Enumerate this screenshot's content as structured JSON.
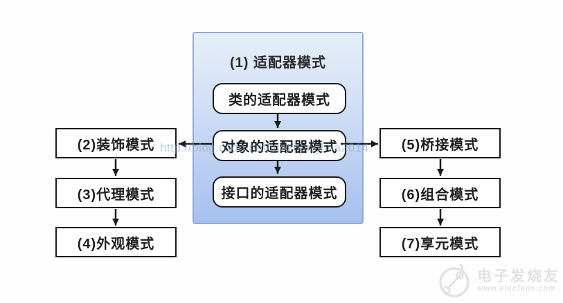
{
  "diagram": {
    "center_panel": {
      "title": "(1) 适配器模式",
      "boxes": [
        {
          "label": "类的适配器模式"
        },
        {
          "label": "对象的适配器模式"
        },
        {
          "label": "接口的适配器模式"
        }
      ]
    },
    "left_column": [
      {
        "label": "(2)装饰模式"
      },
      {
        "label": "(3)代理模式"
      },
      {
        "label": "(4)外观模式"
      }
    ],
    "right_column": [
      {
        "label": "(5)桥接模式"
      },
      {
        "label": "(6)组合模式"
      },
      {
        "label": "(7)享元模式"
      }
    ],
    "colors": {
      "panel_top": "#e6eefa",
      "panel_bottom": "#a6c0ee",
      "panel_border": "#92aadb",
      "node_border": "#1b1b1b",
      "arrow": "#1b1b1b",
      "watermark_blue": "#8aa2cf",
      "watermark_gray": "#e3e1e1"
    }
  },
  "watermarks": {
    "center_url": "http://blog.csdn.net/luozhonghua2014",
    "logo_name": "电子发烧友",
    "logo_url": "www.elecfans.com"
  }
}
